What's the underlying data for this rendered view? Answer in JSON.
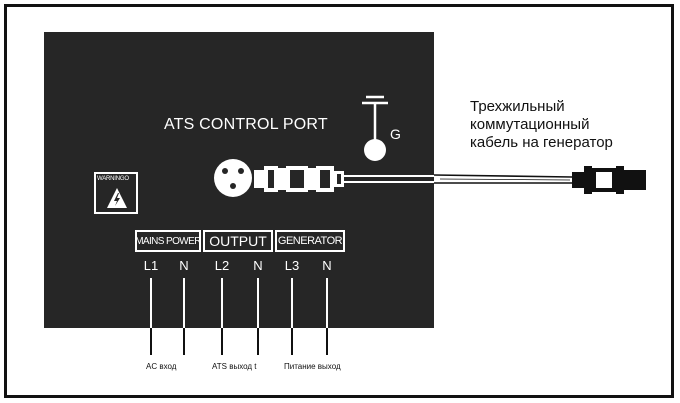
{
  "port_title": "ATS CONTROL PORT",
  "ground_label": "G",
  "cable_label": [
    "Трехжильный",
    "коммутационный",
    "кабель на генератор"
  ],
  "warning_text": "WARNINGO",
  "groups": [
    "MAINS POWER",
    "OUTPUT",
    "GENERATOR"
  ],
  "terminals": [
    "L1",
    "N",
    "L2",
    "N",
    "L3",
    "N"
  ],
  "bottom_labels": [
    "AC вход",
    "ATS выход t",
    "Питание выход"
  ],
  "icons": [
    "warning-lightning-icon",
    "ground-symbol-icon",
    "socket-icon",
    "plug-connector-icon"
  ],
  "colors": {
    "panel": "#262626",
    "frame": "#111111",
    "foreground": "#ffffff"
  }
}
